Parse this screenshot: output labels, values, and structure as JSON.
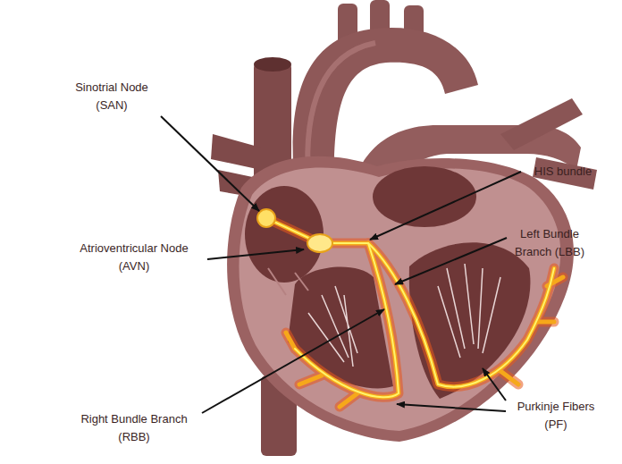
{
  "diagram": {
    "labels": [
      "Sinotrial Node (SAN)",
      "Atrioventricular Node (AVN)",
      "HIS bundle",
      "Left Bundle Branch (LBB)",
      "Right Bundle Branch (RBB)",
      "Purkinje Fibers (PF)"
    ]
  }
}
